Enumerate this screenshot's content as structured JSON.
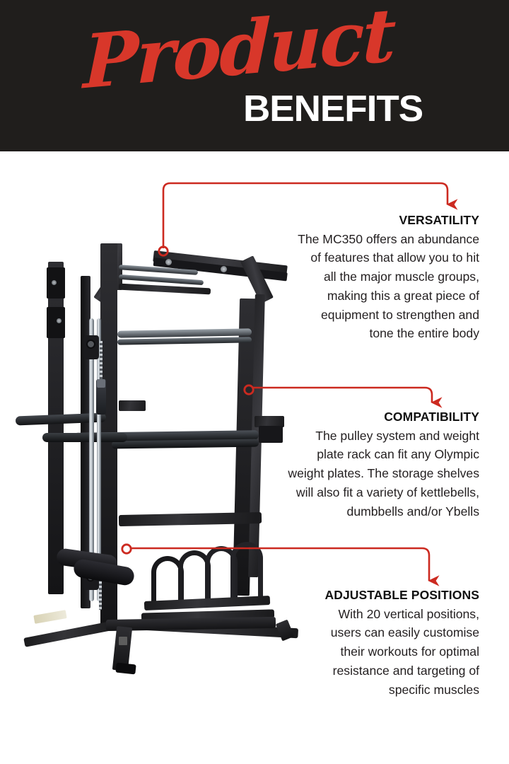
{
  "header": {
    "script_word": "Product",
    "main_word": "BENEFITS",
    "background_color": "#201E1C",
    "accent_color": "#D8372A",
    "main_color": "#FFFFFF"
  },
  "accent": {
    "connector_color": "#CC2A20",
    "arrow_color": "#CC2A20"
  },
  "callouts": [
    {
      "title": "VERSATILITY",
      "body": "The MC350 offers an abundance\nof features that allow you to hit\nall the major muscle groups,\nmaking this a great piece of\nequipment to strengthen and\ntone the entire body"
    },
    {
      "title": "COMPATIBILITY",
      "body": "The pulley system and weight\nplate rack can fit any Olympic\nweight plates. The storage shelves\nwill also fit a variety of kettlebells,\ndumbbells and/or Ybells"
    },
    {
      "title": "ADJUSTABLE POSITIONS",
      "body": "With 20 vertical positions,\nusers can easily customise\ntheir workouts for optimal\nresistance and targeting of\nspecific muscles"
    }
  ],
  "product_image": {
    "name": "MC350 power rack with smith machine, pulley system and weight plate storage",
    "alt": "Black steel half rack gym machine"
  }
}
